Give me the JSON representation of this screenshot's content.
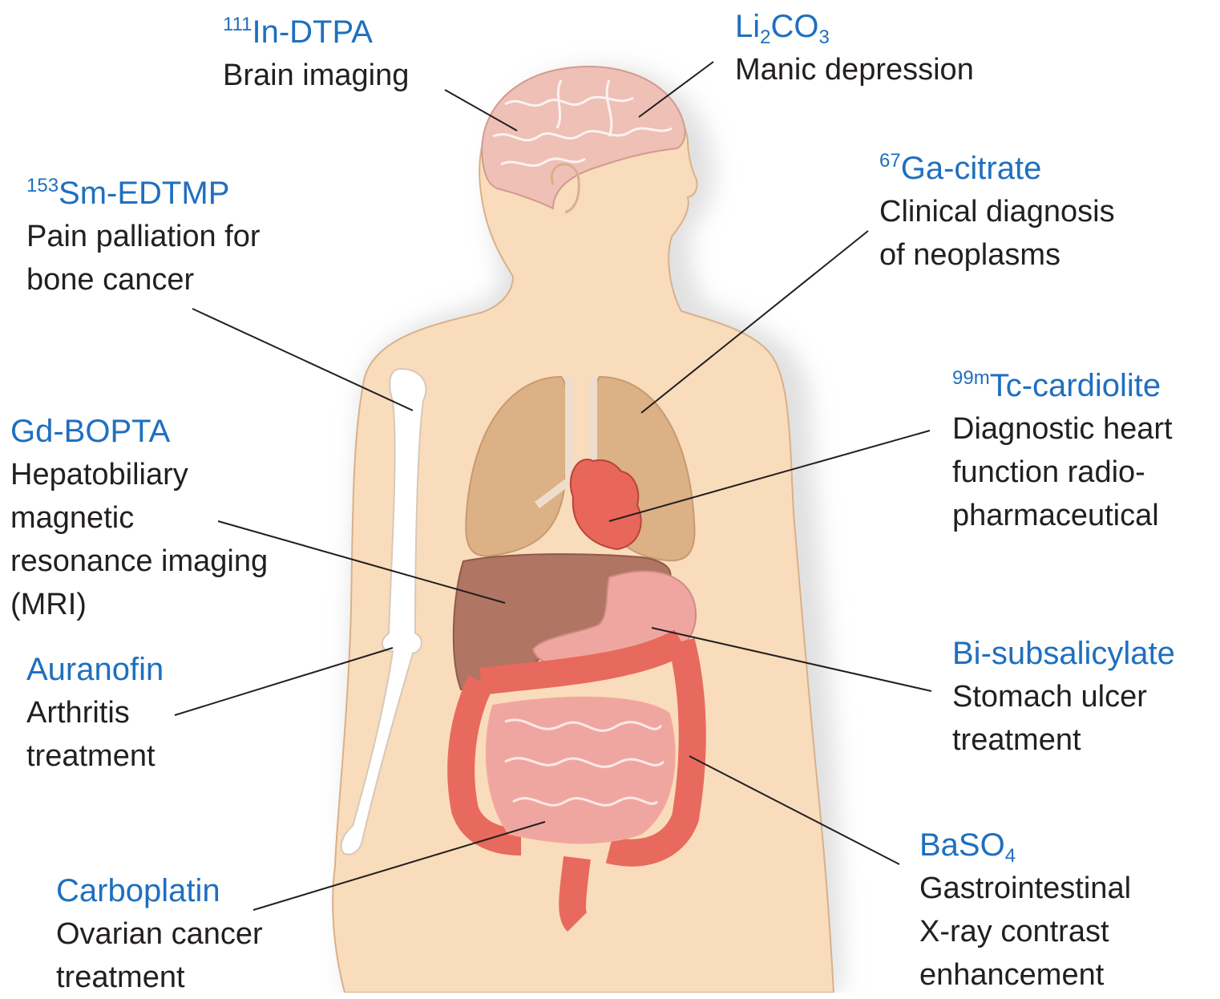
{
  "labels": [
    {
      "id": "in-dtpa",
      "drug": {
        "sup": "111",
        "text": "In-DTPA"
      },
      "use": "Brain imaging"
    },
    {
      "id": "li2co3",
      "drug": {
        "parts": [
          "Li",
          "2",
          "CO",
          "3"
        ]
      },
      "use": "Manic depression"
    },
    {
      "id": "sm-edtmp",
      "drug": {
        "sup": "153",
        "text": "Sm-EDTMP"
      },
      "use": "Pain palliation for\nbone cancer"
    },
    {
      "id": "ga-citrate",
      "drug": {
        "sup": "67",
        "text": "Ga-citrate"
      },
      "use": "Clinical diagnosis\nof neoplasms"
    },
    {
      "id": "tc-cardiolite",
      "drug": {
        "sup": "99m",
        "text": "Tc-cardiolite"
      },
      "use": "Diagnostic heart\nfunction radio-\npharmaceutical"
    },
    {
      "id": "gd-bopta",
      "drug": {
        "text": "Gd-BOPTA"
      },
      "use": "Hepatobiliary\nmagnetic\nresonance imaging\n(MRI)"
    },
    {
      "id": "auranofin",
      "drug": {
        "text": "Auranofin"
      },
      "use": "Arthritis\ntreatment"
    },
    {
      "id": "bi-subsalicylate",
      "drug": {
        "text": "Bi-subsalicylate"
      },
      "use": "Stomach ulcer\ntreatment"
    },
    {
      "id": "baso4",
      "drug": {
        "parts": [
          "BaSO",
          "4"
        ]
      },
      "use": "Gastrointestinal\nX-ray contrast\nenhancement"
    },
    {
      "id": "carboplatin",
      "drug": {
        "text": "Carboplatin"
      },
      "use": "Ovarian cancer\ntreatment"
    }
  ],
  "colors": {
    "drug_text": "#1f6fbf",
    "body_text": "#231f20",
    "skin": "#f9dcbc",
    "brain": "#eec0b6",
    "lungs": "#dbb185",
    "heart": "#e8665a",
    "liver": "#b07563",
    "stomach": "#f0a6a0",
    "intestine": "#e8695d",
    "bone": "#ffffff"
  }
}
